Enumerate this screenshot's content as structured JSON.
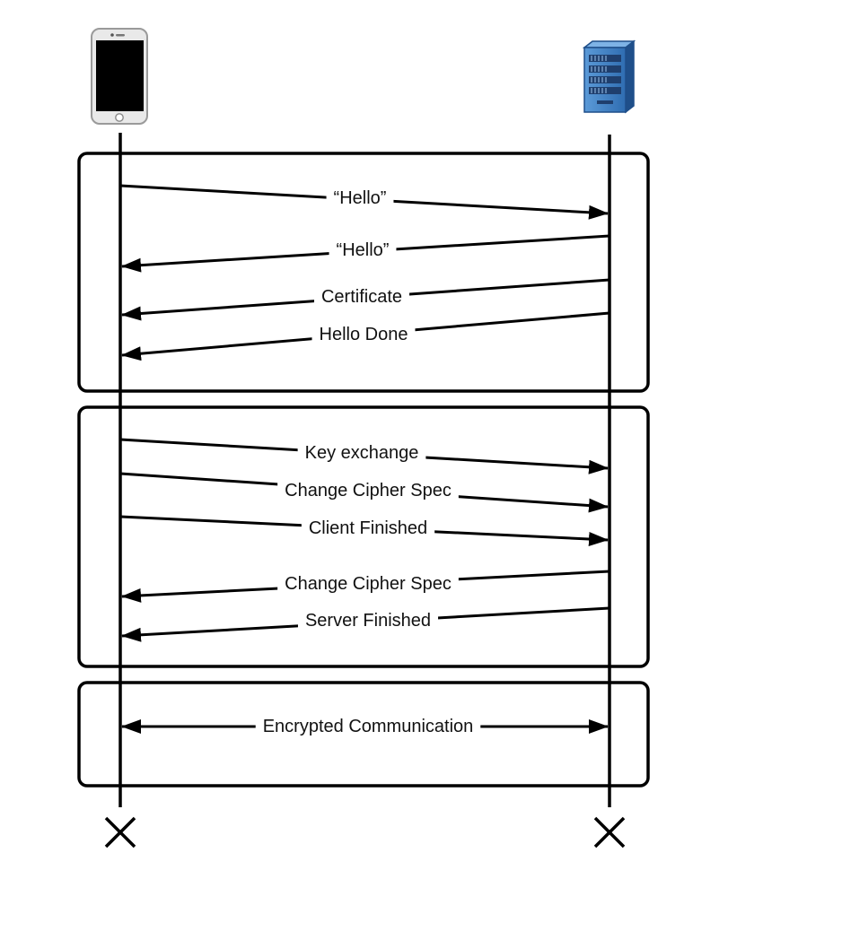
{
  "participants": [
    {
      "id": "client",
      "icon": "smartphone-icon"
    },
    {
      "id": "server",
      "icon": "server-rack-icon"
    }
  ],
  "phases": [
    {
      "id": "hello-phase"
    },
    {
      "id": "key-exchange-phase"
    },
    {
      "id": "communication-phase"
    }
  ],
  "messages": [
    {
      "id": "client-hello",
      "label": "“Hello”",
      "from": "client",
      "to": "server",
      "phase": "hello-phase"
    },
    {
      "id": "server-hello",
      "label": "“Hello”",
      "from": "server",
      "to": "client",
      "phase": "hello-phase"
    },
    {
      "id": "certificate",
      "label": "Certificate",
      "from": "server",
      "to": "client",
      "phase": "hello-phase"
    },
    {
      "id": "hello-done",
      "label": "Hello Done",
      "from": "server",
      "to": "client",
      "phase": "hello-phase"
    },
    {
      "id": "key-exchange",
      "label": "Key exchange",
      "from": "client",
      "to": "server",
      "phase": "key-exchange-phase"
    },
    {
      "id": "client-change-cipher-spec",
      "label": "Change Cipher Spec",
      "from": "client",
      "to": "server",
      "phase": "key-exchange-phase"
    },
    {
      "id": "client-finished",
      "label": "Client Finished",
      "from": "client",
      "to": "server",
      "phase": "key-exchange-phase"
    },
    {
      "id": "server-change-cipher-spec",
      "label": "Change Cipher Spec",
      "from": "server",
      "to": "client",
      "phase": "key-exchange-phase"
    },
    {
      "id": "server-finished",
      "label": "Server Finished",
      "from": "server",
      "to": "client",
      "phase": "key-exchange-phase"
    },
    {
      "id": "encrypted-communication",
      "label": "Encrypted Communication",
      "from": "client",
      "to": "server",
      "bidirectional": true,
      "phase": "communication-phase"
    }
  ],
  "colors": {
    "line": "#000000",
    "server_blue": "#3f7fc4",
    "server_dark": "#1f4f8a",
    "phone_frame": "#e6e6e6",
    "phone_screen": "#000000"
  }
}
